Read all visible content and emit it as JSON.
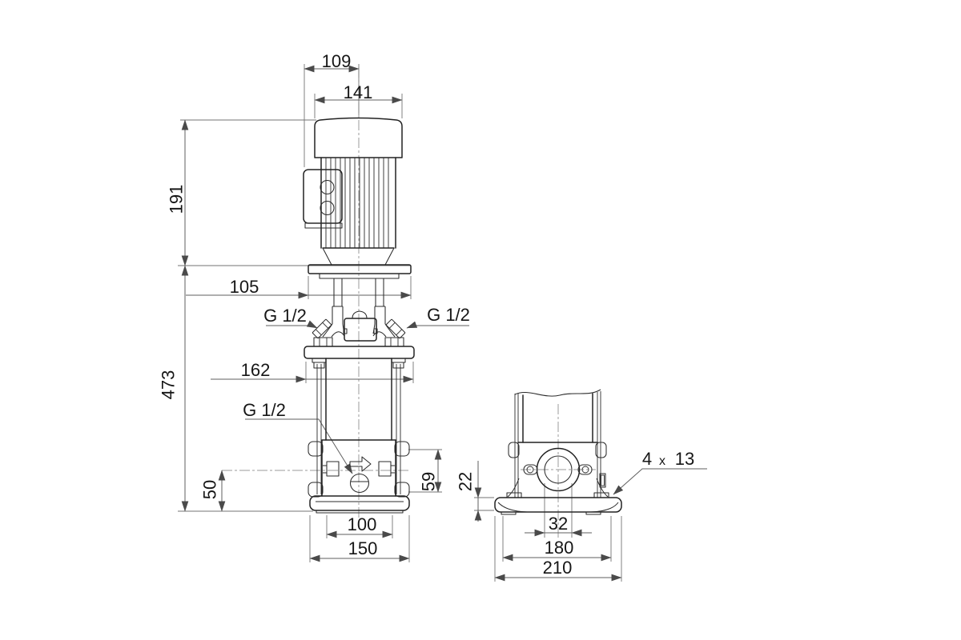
{
  "drawing": {
    "type": "pump-dimensional-drawing",
    "units": "mm",
    "colors": {
      "line": "#222222",
      "dimension": "#5f5f5f",
      "centerline": "#9b9b9b",
      "background": "#ffffff"
    },
    "left_view": {
      "dims": {
        "motor_top_offset": "109",
        "motor_width": "141",
        "motor_height": "191",
        "stool_width": "105",
        "vent_plug_left": "G 1/2",
        "vent_plug_right": "G 1/2",
        "pump_height": "473",
        "head_flange_width": "162",
        "drain_plug": "G 1/2",
        "drain_height": "50",
        "port_block_height": "59",
        "base_inner_width": "100",
        "base_width": "150"
      }
    },
    "right_view": {
      "dims": {
        "base_plate_height": "22",
        "port_bore": "32",
        "bolt_hole_spacing": "180",
        "base_width": "210",
        "bolt_holes_count": "4",
        "bolt_holes_separator": "x",
        "bolt_holes_size": "13"
      }
    }
  }
}
